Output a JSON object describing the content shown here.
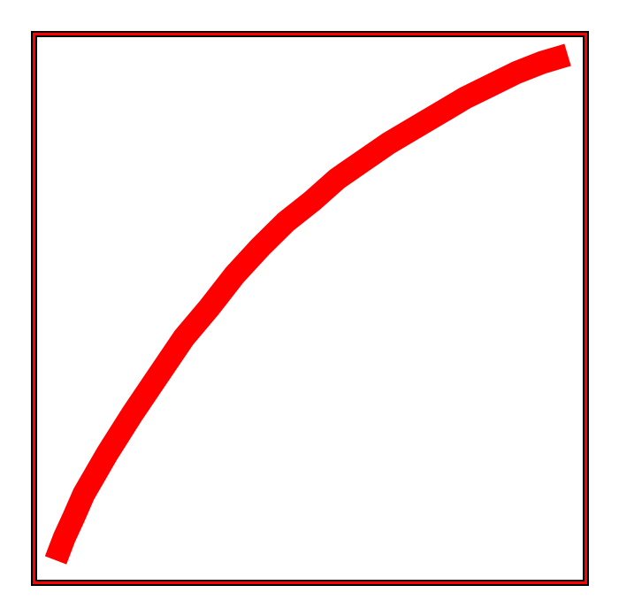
{
  "colors": {
    "background": "#ffffff",
    "frame_outer": "#000000",
    "frame_red": "#ff0000",
    "frame_inner": "#000000",
    "curve": "#ff0000"
  },
  "chart_data": {
    "type": "line",
    "title": "",
    "xlabel": "",
    "ylabel": "",
    "grid": false,
    "legend": "none",
    "axis_ticks": false,
    "xlim": [
      0,
      1
    ],
    "ylim": [
      0,
      1
    ],
    "series": [
      {
        "color": "#ff0000",
        "x": [
          0.0,
          0.017,
          0.035,
          0.055,
          0.075,
          0.1,
          0.15,
          0.2,
          0.25,
          0.3,
          0.35,
          0.4,
          0.45,
          0.5,
          0.55,
          0.6,
          0.65,
          0.7,
          0.75,
          0.8,
          0.85,
          0.9,
          0.95,
          1.0
        ],
        "y": [
          0.0,
          0.045,
          0.085,
          0.131,
          0.166,
          0.21,
          0.29,
          0.365,
          0.44,
          0.5,
          0.565,
          0.62,
          0.67,
          0.71,
          0.755,
          0.79,
          0.825,
          0.855,
          0.885,
          0.915,
          0.94,
          0.965,
          0.985,
          1.0
        ]
      }
    ]
  }
}
